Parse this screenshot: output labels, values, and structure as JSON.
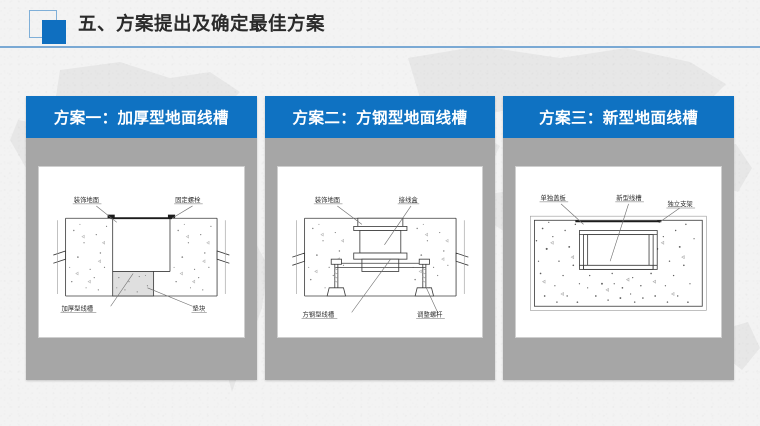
{
  "header": {
    "title": "五、方案提出及确定最佳方案",
    "accent_color": "#0f6fc0",
    "rule_color": "#7aa9d4"
  },
  "panels": [
    {
      "id": "panel-1",
      "title": "方案一：加厚型地面线槽",
      "diagram": {
        "name": "thickened-floor-trunking-section",
        "labels": [
          {
            "key": "top_left",
            "text": "装饰地面"
          },
          {
            "key": "top_right",
            "text": "固定螺栓"
          },
          {
            "key": "bottom_left",
            "text": "加厚型线槽"
          },
          {
            "key": "bottom_right",
            "text": "垫块"
          }
        ]
      }
    },
    {
      "id": "panel-2",
      "title": "方案二：方钢型地面线槽",
      "diagram": {
        "name": "square-steel-floor-trunking-section",
        "labels": [
          {
            "key": "top_left",
            "text": "装饰地面"
          },
          {
            "key": "top_right",
            "text": "接线盒"
          },
          {
            "key": "bottom_left",
            "text": "方钢型线槽"
          },
          {
            "key": "bottom_right",
            "text": "调整螺杆"
          }
        ]
      }
    },
    {
      "id": "panel-3",
      "title": "方案三：新型地面线槽",
      "diagram": {
        "name": "new-type-floor-trunking-section",
        "labels": [
          {
            "key": "top_left",
            "text": "单独盖板"
          },
          {
            "key": "top_mid",
            "text": "新型线槽"
          },
          {
            "key": "top_right",
            "text": "独立支架"
          }
        ]
      }
    }
  ],
  "theme": {
    "panel_header_bg": "#0f72c2",
    "panel_body_bg": "#a6a6a6",
    "diagram_bg": "#ffffff",
    "page_bg": "#f3f3f3"
  }
}
